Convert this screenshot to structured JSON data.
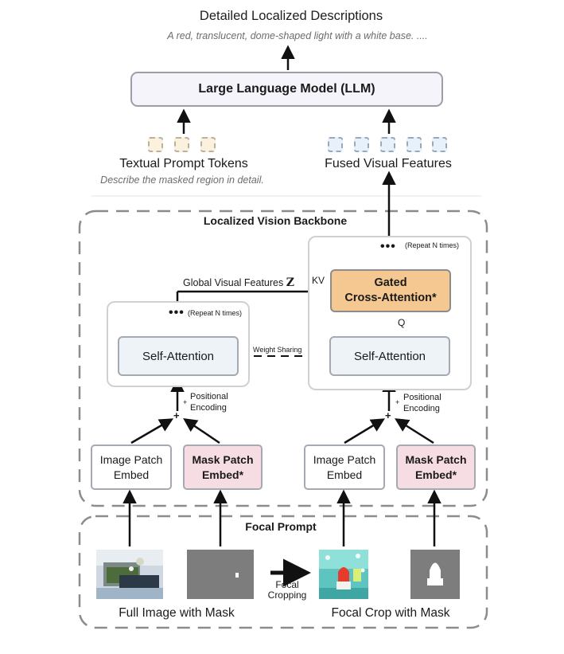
{
  "title": "Detailed Localized Descriptions",
  "example_output": "A red, translucent, dome-shaped light with a white base. ....",
  "llm_label": "Large Language Model (LLM)",
  "textual_tokens_label": "Textual Prompt Tokens",
  "textual_tokens_caption": "Describe the masked region in detail.",
  "fused_features_label": "Fused Visual Features",
  "backbone_label": "Localized Vision Backbone",
  "repeat_label_left": "(Repeat N times)",
  "repeat_label_right": "(Repeat N times)",
  "global_features_label": "Global Visual Features",
  "global_features_symbol": "Z",
  "kv_label": "KV",
  "q_label": "Q",
  "gated_line1": "Gated",
  "gated_line2": "Cross-Attention*",
  "self_attention_left": "Self-Attention",
  "self_attention_right": "Self-Attention",
  "weight_sharing_label": "Weight Sharing",
  "positional_line1_left": "Positional",
  "positional_line2_left": "Encoding",
  "positional_line1_right": "Positional",
  "positional_line2_right": "Encoding",
  "plus_small": "+",
  "plus_sign": "+",
  "image_patch_line1": "Image Patch",
  "image_patch_line2": "Embed",
  "mask_patch_line1": "Mask Patch",
  "mask_patch_line2": "Embed*",
  "focal_prompt_label": "Focal Prompt",
  "focal_cropping_line1": "Focal",
  "focal_cropping_line2": "Cropping",
  "full_image_caption": "Full Image with Mask",
  "focal_crop_caption": "Focal Crop with Mask",
  "colors": {
    "gated_fill": "#f4c890",
    "mask_fill": "#f6dde4",
    "block_fill": "#eef3f8",
    "llm_fill": "#f6f4fb",
    "yellow_token": "#fbf1dd",
    "blue_token": "#e7f1fb"
  }
}
